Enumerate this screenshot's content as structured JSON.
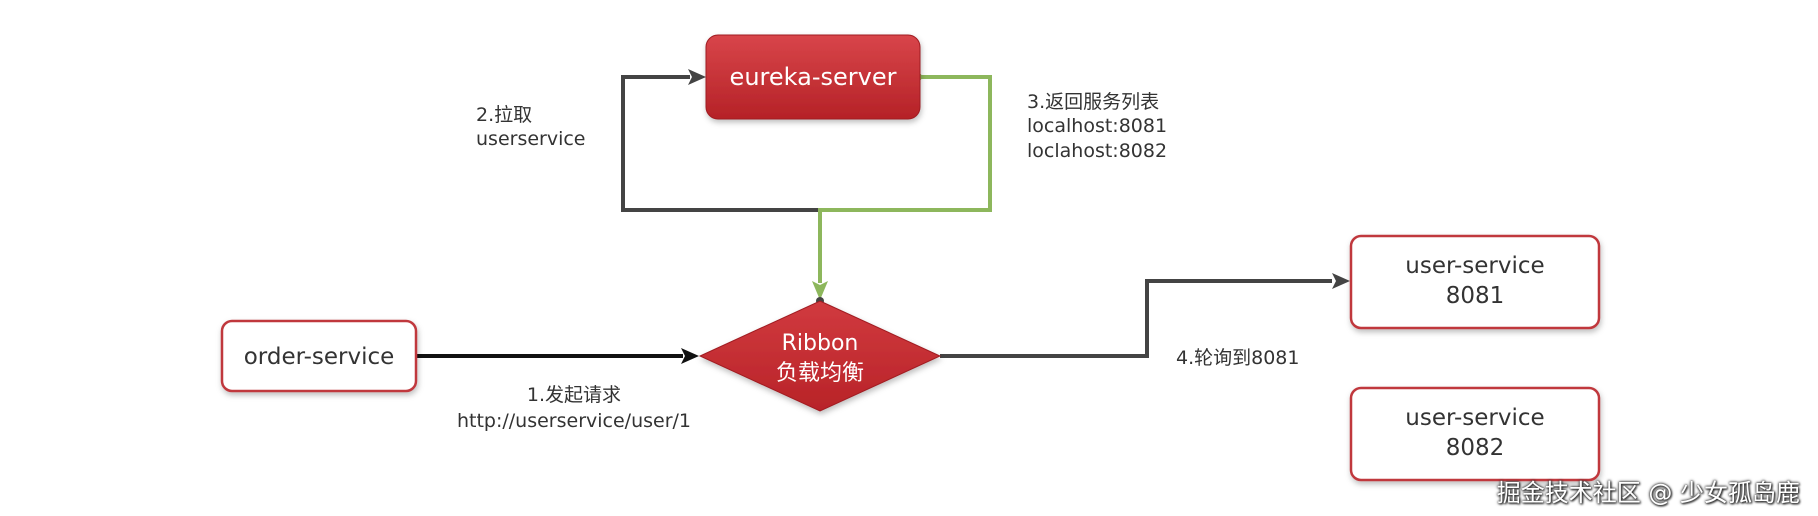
{
  "nodes": {
    "eureka": {
      "label": "eureka-server"
    },
    "ribbon": {
      "line1": "Ribbon",
      "line2": "负载均衡"
    },
    "order": {
      "label": "order-service"
    },
    "user1": {
      "line1": "user-service",
      "line2": "8081"
    },
    "user2": {
      "line1": "user-service",
      "line2": "8082"
    }
  },
  "edges": {
    "pull": {
      "line1": "2.拉取",
      "line2": "userservice"
    },
    "return_list": {
      "line1": "3.返回服务列表",
      "line2": "localhost:8081",
      "line3": "loclahost:8082"
    },
    "request": {
      "line1": "1.发起请求",
      "line2": "http://userservice/user/1"
    },
    "poll": {
      "label": "4.轮询到8081"
    }
  },
  "watermark": "掘金技术社区 @ 少女孤岛鹿",
  "colors": {
    "red_fill": "#c3282d",
    "red_border": "#c0393e",
    "green_line": "#8db75c",
    "dark_line": "#444444"
  }
}
